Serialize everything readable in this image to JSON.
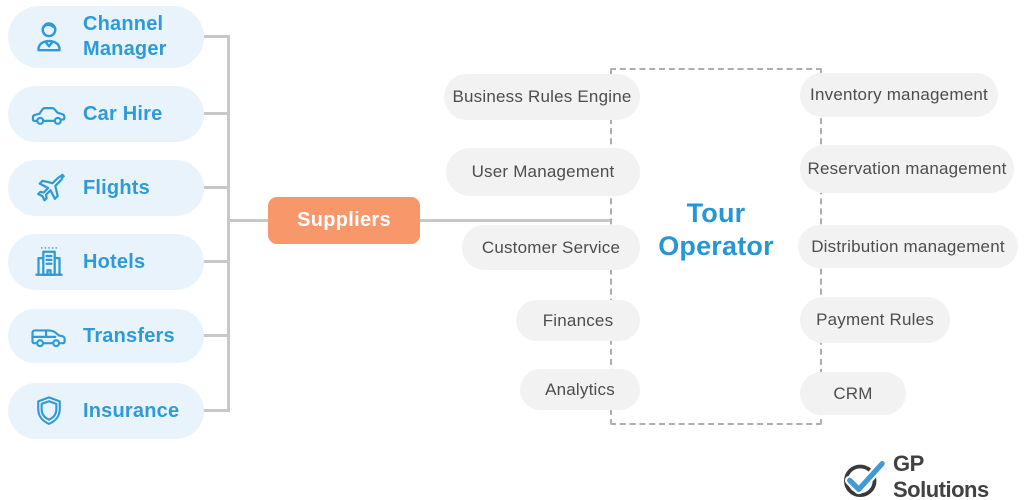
{
  "palette": {
    "accent_blue": "#2e9ad8",
    "tour_operator_blue": "#2796d6",
    "supplier_pill_bg": "#e9f3fc",
    "suppliers_orange": "#f8976a",
    "service_pill_bg": "#f2f2f2",
    "service_text_gray": "#4d4d4d",
    "connector_gray": "#c8c8c8",
    "dashed_border_gray": "#aeaeae",
    "logo_dark": "#3a3a3a",
    "logo_check_blue": "#3f9ad8"
  },
  "supplier_channels": {
    "items": [
      {
        "label": "Channel Manager",
        "icon": "person-icon"
      },
      {
        "label": "Car Hire",
        "icon": "car-icon"
      },
      {
        "label": "Flights",
        "icon": "plane-icon"
      },
      {
        "label": "Hotels",
        "icon": "hotel-icon"
      },
      {
        "label": "Transfers",
        "icon": "van-icon"
      },
      {
        "label": "Insurance",
        "icon": "shield-icon"
      }
    ]
  },
  "suppliers": {
    "label": "Suppliers"
  },
  "tour_operator": {
    "label": "Tour Operator"
  },
  "core_services": {
    "items": [
      "Business Rules Engine",
      "User Management",
      "Customer Service",
      "Finances",
      "Analytics"
    ]
  },
  "management_services": {
    "items": [
      "Inventory management",
      "Reservation management",
      "Distribution management",
      "Payment Rules",
      "CRM"
    ]
  },
  "logo": {
    "brand": "GP Solutions",
    "icon": "check-circle-icon"
  }
}
